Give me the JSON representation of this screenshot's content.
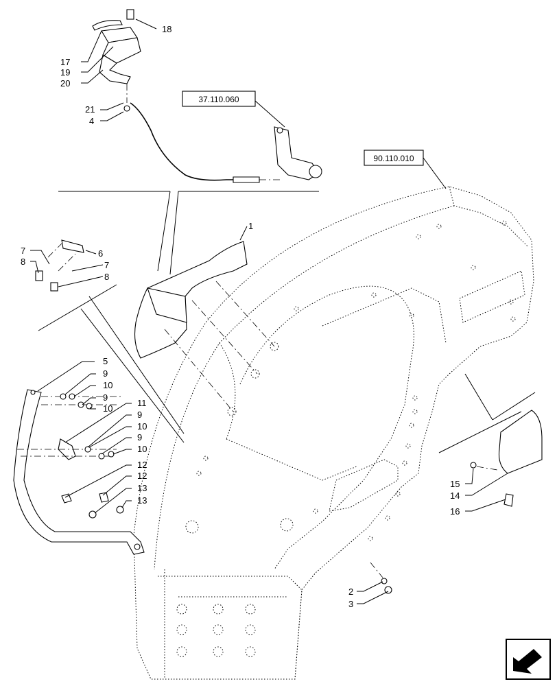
{
  "references": {
    "ref_upper": "37.110.060",
    "ref_main": "90.110.010"
  },
  "callouts": {
    "c18": "18",
    "c17": "17",
    "c19": "19",
    "c20": "20",
    "c21": "21",
    "c4": "4",
    "c1": "1",
    "c7a": "7",
    "c8a": "8",
    "c6": "6",
    "c7b": "7",
    "c8b": "8",
    "c5": "5",
    "c9a": "9",
    "c10a": "10",
    "c9b": "9",
    "c10b": "10",
    "c11": "11",
    "c9c": "9",
    "c10c": "10",
    "c9d": "9",
    "c10d": "10",
    "c12a": "12",
    "c12b": "12",
    "c13a": "13",
    "c13b": "13",
    "c15": "15",
    "c14": "14",
    "c16": "16",
    "c2": "2",
    "c3": "3"
  },
  "icons": {
    "nav": "arrow-back-icon"
  }
}
